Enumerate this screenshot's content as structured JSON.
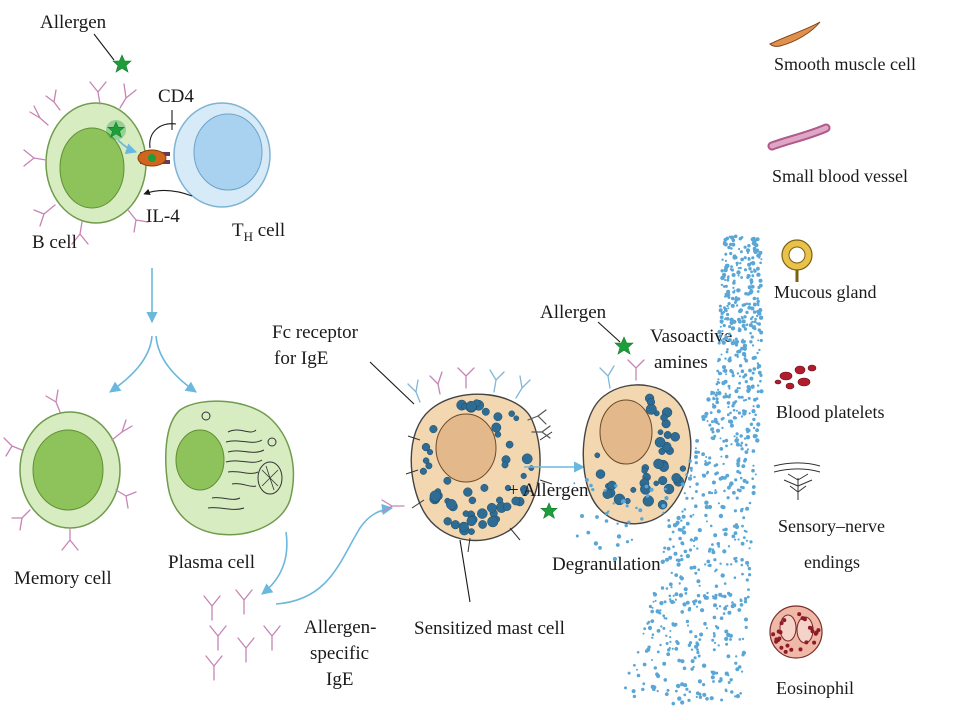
{
  "labels": {
    "allergen_top": "Allergen",
    "cd4": "CD4",
    "il4": "IL-4",
    "b_cell": "B cell",
    "th_cell_main": "T",
    "th_cell_sub": "H",
    "th_cell_rest": " cell",
    "memory_cell": "Memory cell",
    "plasma_cell": "Plasma cell",
    "fc_receptor_line1": "Fc receptor",
    "fc_receptor_line2": "for IgE",
    "allergen_specific_line1": "Allergen-",
    "allergen_specific_line2": "specific",
    "allergen_specific_line3": "IgE",
    "sensitized_mast_cell": "Sensitized mast cell",
    "plus_allergen": "+ Allergen",
    "allergen_mid": "Allergen",
    "vasoactive_line1": "Vasoactive",
    "vasoactive_line2": "amines",
    "degranulation": "Degranulation"
  },
  "legend": [
    {
      "label": "Smooth muscle cell",
      "icon": "smooth-muscle-cell-icon"
    },
    {
      "label": "Small blood vessel",
      "icon": "small-blood-vessel-icon"
    },
    {
      "label": "Mucous gland",
      "icon": "mucous-gland-icon"
    },
    {
      "label": "Blood platelets",
      "icon": "blood-platelets-icon"
    },
    {
      "label": "Sensory–nerve",
      "label2": "endings",
      "icon": "sensory-nerve-endings-icon"
    },
    {
      "label": "Eosinophil",
      "icon": "eosinophil-icon"
    }
  ],
  "colors": {
    "cell_green": "#d8ecc2",
    "nucleus_green": "#8ec25a",
    "th_blue": "#d6ebf7",
    "th_nucleus": "#a8d2f0",
    "mast_fill": "#f3d7b0",
    "mast_nucleus": "#e3b98c",
    "granule": "#2f6c93",
    "arrow": "#6bb8de",
    "antibody": "#c784b7",
    "allergen": "#1e9e3a"
  }
}
